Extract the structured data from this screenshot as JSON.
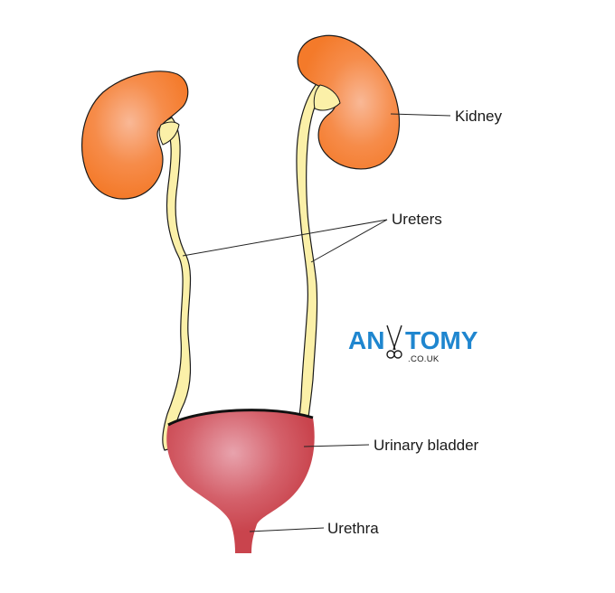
{
  "labels": {
    "kidney": "Kidney",
    "ureters": "Ureters",
    "bladder": "Urinary bladder",
    "urethra": "Urethra"
  },
  "logo": {
    "text_left": "AN",
    "text_right": "TOMY",
    "domain": ".CO.UK"
  },
  "colors": {
    "kidney": "#f47a2a",
    "kidney_highlight": "#f9b896",
    "ureter": "#fbf0a8",
    "bladder": "#c9444d",
    "bladder_highlight": "#e8a3ad",
    "logo": "#1f86cf"
  }
}
